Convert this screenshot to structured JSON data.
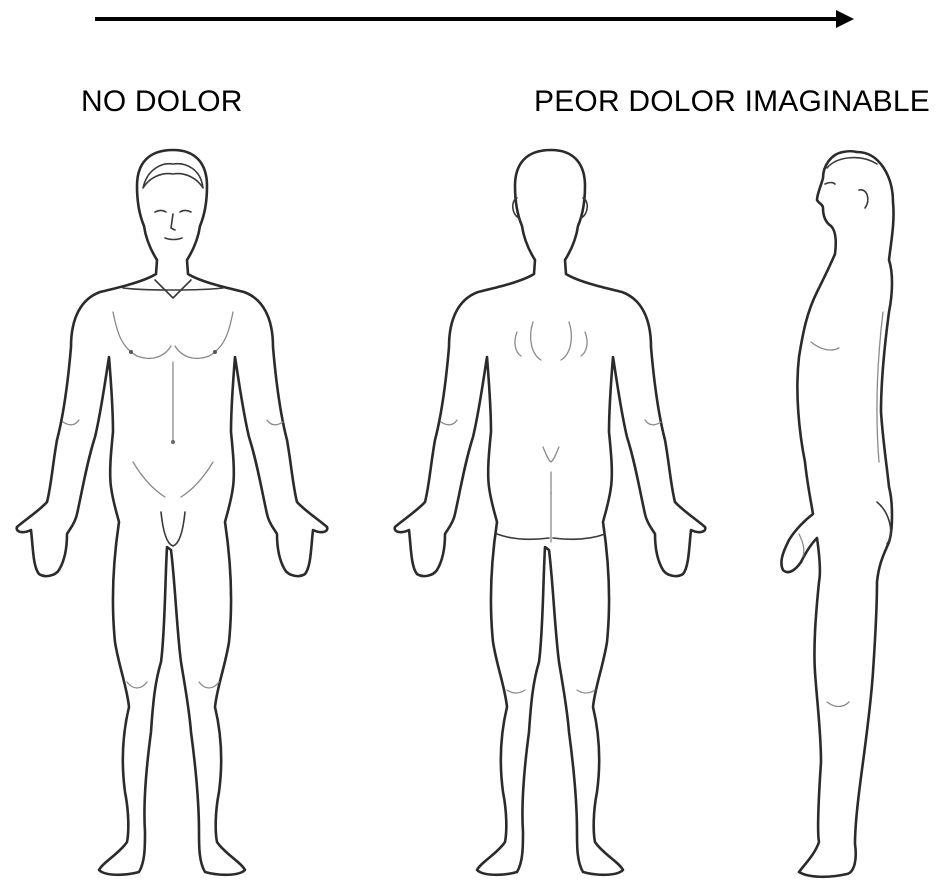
{
  "scale": {
    "left_label": "NO DOLOR",
    "right_label": "PEOR DOLOR IMAGINABLE",
    "arrow_icon": "right-arrow-icon"
  },
  "colors": {
    "ink": "#000000",
    "outline": "#2b2b2b",
    "background": "#ffffff"
  },
  "figures": [
    {
      "view": "front",
      "icon": "human-body-front-icon"
    },
    {
      "view": "back",
      "icon": "human-body-back-icon"
    },
    {
      "view": "side",
      "icon": "human-body-side-icon"
    }
  ]
}
